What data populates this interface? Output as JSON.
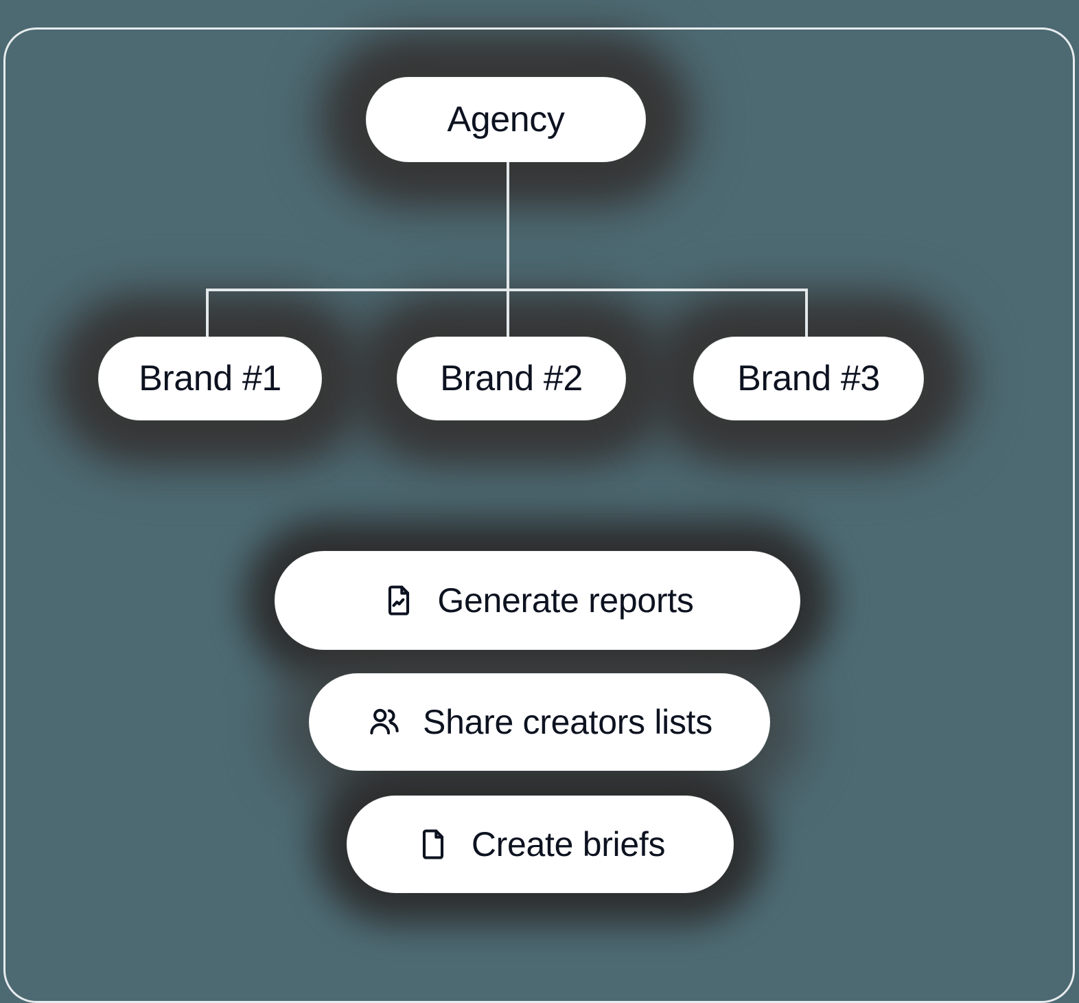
{
  "colors": {
    "background": "#4d6a73",
    "node_fill": "#ffffff",
    "node_text": "#0d1220",
    "connector": "#e3e8ea",
    "frame_border": "#e8ecee",
    "halo": "#2b2b2b"
  },
  "diagram": {
    "type": "hierarchy",
    "root": {
      "label": "Agency"
    },
    "brands": [
      {
        "label": "Brand #1"
      },
      {
        "label": "Brand #2"
      },
      {
        "label": "Brand #3"
      }
    ],
    "actions": [
      {
        "label": "Generate reports",
        "icon": "file-chart-icon"
      },
      {
        "label": "Share creators lists",
        "icon": "users-icon"
      },
      {
        "label": "Create briefs",
        "icon": "file-icon"
      }
    ]
  }
}
